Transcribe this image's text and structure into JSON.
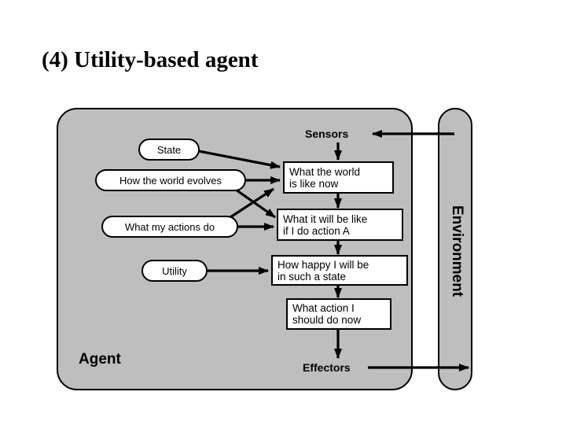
{
  "slide": {
    "title": "(4) Utility-based agent"
  },
  "diagram": {
    "agent_label": "Agent",
    "environment_label": "Environment",
    "ports": {
      "sensors": "Sensors",
      "effectors": "Effectors"
    },
    "knowledge_nodes": [
      {
        "id": "state",
        "label": "State"
      },
      {
        "id": "how-the-world-evolves",
        "label": "How the world evolves"
      },
      {
        "id": "what-my-actions-do",
        "label": "What my actions do"
      },
      {
        "id": "utility",
        "label": "Utility"
      }
    ],
    "process_boxes": [
      {
        "id": "what-the-world-is-like-now",
        "line1": "What the world",
        "line2": "is like now"
      },
      {
        "id": "what-it-will-be-like-if-i-do-action-a",
        "line1": "What it will be like",
        "line2": "if I do action A"
      },
      {
        "id": "how-happy-i-will-be-in-such-a-state",
        "line1": "How happy I will be",
        "line2": "in such a state"
      },
      {
        "id": "what-action-i-should-do-now",
        "line1": "What action I",
        "line2": "should do now"
      }
    ],
    "colors": {
      "fill_gray": "#bebebe",
      "node_fill": "#ffffff",
      "stroke": "#000000",
      "background": "#ffffff"
    }
  }
}
